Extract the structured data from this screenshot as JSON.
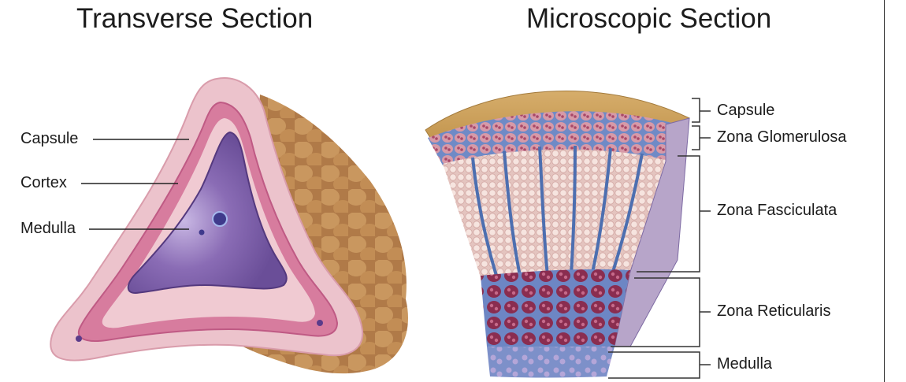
{
  "titles": {
    "left": "Transverse Section",
    "right": "Microscopic Section"
  },
  "transverse_labels": {
    "capsule": "Capsule",
    "cortex": "Cortex",
    "medulla": "Medulla"
  },
  "microscopic_labels": {
    "capsule": "Capsule",
    "zona_glomerulosa": "Zona Glomerulosa",
    "zona_fasciculata": "Zona Fasciculata",
    "zona_reticularis": "Zona Reticularis",
    "medulla": "Medulla"
  },
  "colors": {
    "capsule_pink": "#e9b9c4",
    "cortex_band": "#c8678f",
    "medulla_purple": "#7c5fa8",
    "fat_tissue": "#b98452",
    "capsule_tan": "#d2a866",
    "fasciculata_cells": "#f1dcd6",
    "reticularis_cells": "#8c2f52",
    "vessel_blue": "#5a79b8"
  }
}
